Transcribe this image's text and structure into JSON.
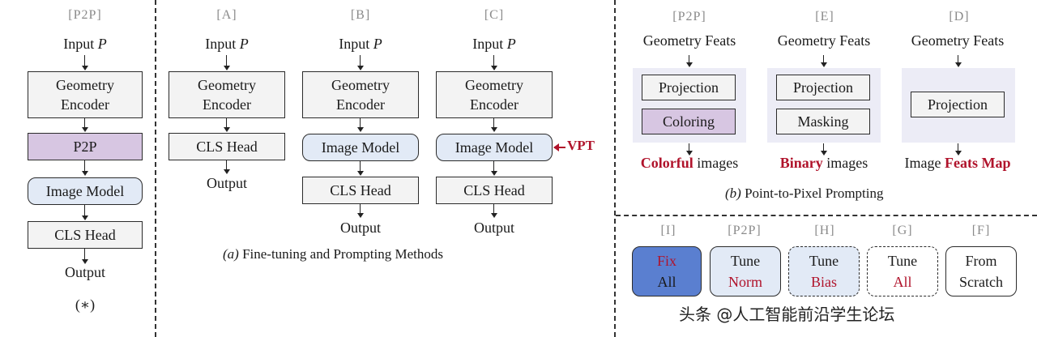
{
  "col_star": {
    "tag": "[P2P]",
    "input": "Input ",
    "input_var": "P",
    "geo": "Geometry\nEncoder",
    "p2p": "P2P",
    "image_model": "Image Model",
    "cls": "CLS Head",
    "output": "Output",
    "label": "(∗)"
  },
  "col_a": {
    "tag": "[A]",
    "input": "Input ",
    "input_var": "P",
    "geo": "Geometry\nEncoder",
    "cls": "CLS Head",
    "output": "Output"
  },
  "col_b": {
    "tag": "[B]",
    "input": "Input ",
    "input_var": "P",
    "geo": "Geometry\nEncoder",
    "image_model": "Image Model",
    "cls": "CLS Head",
    "output": "Output"
  },
  "col_c": {
    "tag": "[C]",
    "input": "Input ",
    "input_var": "P",
    "geo": "Geometry\nEncoder",
    "image_model": "Image Model",
    "cls": "CLS Head",
    "output": "Output",
    "vpt": "VPT"
  },
  "caption_a": {
    "prefix": "(a)",
    "text": " Fine-tuning and Prompting Methods"
  },
  "prompt_p2p": {
    "tag": "[P2P]",
    "feats": "Geometry Feats",
    "proj": "Projection",
    "color": "Coloring",
    "out_red": "Colorful",
    "out_rest": " images"
  },
  "prompt_e": {
    "tag": "[E]",
    "feats": "Geometry Feats",
    "proj": "Projection",
    "mask": "Masking",
    "out_red": "Binary",
    "out_rest": " images"
  },
  "prompt_d": {
    "tag": "[D]",
    "feats": "Geometry Feats",
    "proj": "Projection",
    "out_pre": "Image ",
    "out_red": "Feats Map"
  },
  "caption_b": {
    "prefix": "(b)",
    "text": " Point-to-Pixel Prompting"
  },
  "tuning": [
    {
      "tag": "[I]",
      "top": "Fix",
      "bottom": "All"
    },
    {
      "tag": "[P2P]",
      "top": "Tune",
      "bottom": "Norm"
    },
    {
      "tag": "[H]",
      "top": "Tune",
      "bottom": "Bias"
    },
    {
      "tag": "[G]",
      "top": "Tune",
      "bottom": "All"
    },
    {
      "tag": "[F]",
      "top": "From",
      "bottom": "Scratch"
    }
  ],
  "watermark": "头条 @人工智能前沿学生论坛",
  "colors": {
    "p2p_fill": "#d7c6e2",
    "image_model_fill": "#e2eaf6",
    "fix_all_fill": "#5a7fd0",
    "highlight_red": "#b0132b"
  }
}
